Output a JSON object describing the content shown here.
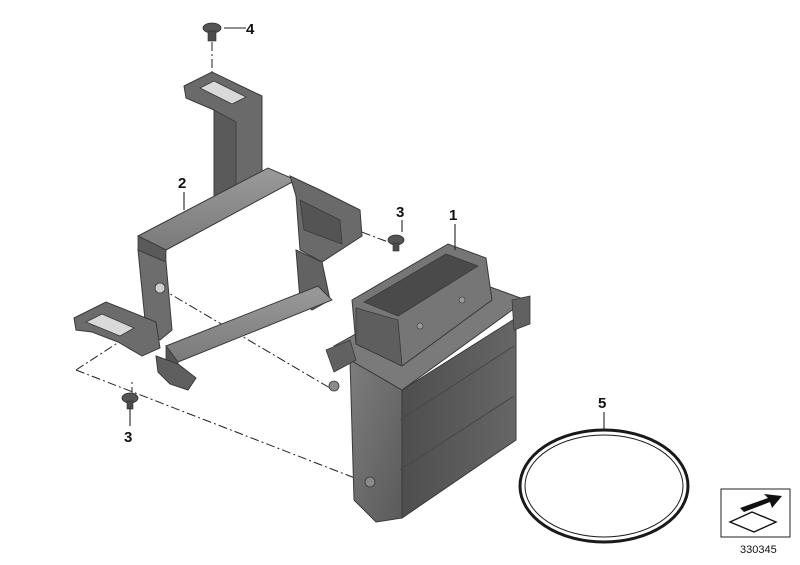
{
  "callouts": [
    {
      "id": "label-1",
      "text": "1"
    },
    {
      "id": "label-2",
      "text": "2"
    },
    {
      "id": "label-3a",
      "text": "3"
    },
    {
      "id": "label-3b",
      "text": "3"
    },
    {
      "id": "label-4",
      "text": "4"
    },
    {
      "id": "label-5",
      "text": "5"
    }
  ],
  "reference_number": "330345",
  "parts": [
    {
      "ref": "1",
      "icon": "control-unit-icon"
    },
    {
      "ref": "2",
      "icon": "bracket-icon"
    },
    {
      "ref": "3",
      "icon": "screw-icon"
    },
    {
      "ref": "4",
      "icon": "screw-icon"
    },
    {
      "ref": "5",
      "icon": "o-ring-icon"
    }
  ],
  "colors": {
    "part_dark": "#5e5e5e",
    "part_mid": "#707070",
    "part_light": "#8c8c8c",
    "part_edge": "#3a3a3a",
    "line": "#222222"
  }
}
